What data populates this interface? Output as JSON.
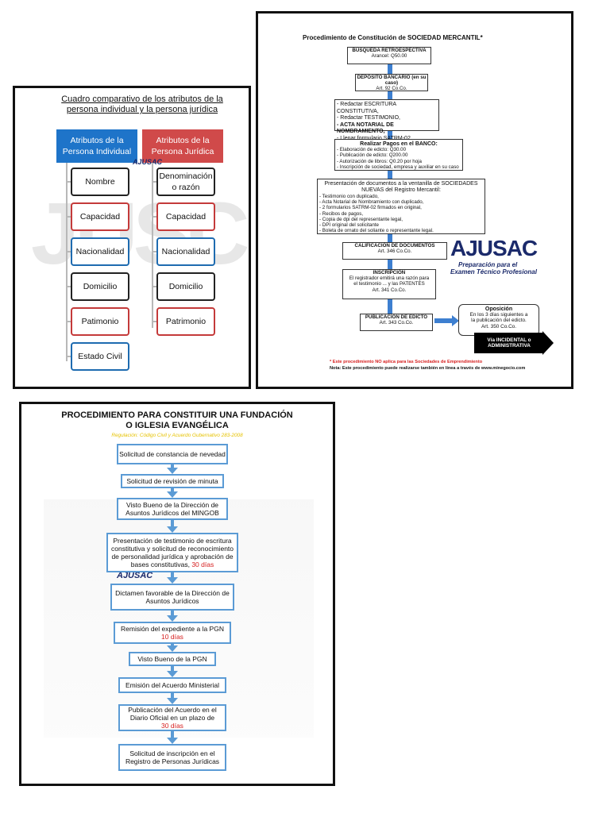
{
  "panel1": {
    "title": "Cuadro comparativo de los atributos de la persona individual y la persona jurídica",
    "header_individual": "Atributos de la Persona Individual",
    "header_juridica": "Atributos de la Persona Jurídica",
    "logo": "AJUSAC",
    "individual_items": [
      "Nombre",
      "Capacidad",
      "Nacionalidad",
      "Domicilio",
      "Patimonio",
      "Estado Civil"
    ],
    "juridica_items": [
      "Denominación o razón",
      "Capacidad",
      "Nacionalidad",
      "Domicilio",
      "Patrimonio"
    ]
  },
  "panel2": {
    "title": "Procedimiento de Constitución de SOCIEDAD MERCANTIL*",
    "step1_title": "BÚSQUEDA RETROESPECTIVA",
    "step1_line": "Arancel: Q50.00",
    "step2_title": "DEPÓSITO BANCARIO (en su caso)",
    "step2_line": "Art. 92 Co.Co.",
    "step3_lines": [
      "- Redactar ESCRITURA CONSTITUTIVA,",
      "- Redactar TESTIMONIO,",
      "- ACTA NOTARIAL DE NOMBRAMIENTO,",
      "- Llenar formulario SATRM-02"
    ],
    "step4_title": "Realizar Pagos en el BANCO:",
    "step4_lines": [
      "- Elaboración de edicto: Q30.00",
      "- Publicación de edicto: Q200.00",
      "- Autorización de libros: Q0.20 por hoja",
      "- Inscripción de sociedad, empresa y auxiliar en su caso"
    ],
    "step5_title": "Presentación de documentos a la ventanilla de SOCIEDADES NUEVAS del Registro Mercantil:",
    "step5_lines": [
      "- Testimonio con duplicado,",
      "- Acta Notarial de Nombramiento con duplicado,",
      "- 2 formularios SATRM-02 firmados en original,",
      "- Recibos de pagos,",
      "- Copia de dpi del representante legal,",
      "- DPI original del solicitante",
      "- Boleta de ornato del soliante o representante legal."
    ],
    "step6_title": "CALIFICACIÓN DE DOCUMENTOS",
    "step6_line": "Art. 346 Co.Co.",
    "step7_title": "INSCRIPCIÓN",
    "step7_lines": [
      "El registrador emitirá una razón para",
      "el testimonio ... y las PATENTES",
      "Art. 341 Co.Co."
    ],
    "step8_title": "PUBLICACIÓN DE EDICTO",
    "step8_line": "Art. 343 Co.Co.",
    "oposicion_title": "Oposición",
    "oposicion_lines": [
      "En los 3 días siguientes a",
      "la publicación del edicto.",
      "Art. 350 Co.Co."
    ],
    "via_label": "Vía INCIDENTAL o ADMINISTRATIVA",
    "logo": "AJUSAC",
    "logo_sub1": "Preparación para el",
    "logo_sub2": "Examen Técnico Profesional",
    "note1": "* Este procedimiento NO aplica para las Sociedades de Emprendimiento",
    "note2": "Nota: Este procedimiento puede realizarse también en línea a través de www.minegocio.com"
  },
  "panel3": {
    "title_line1": "PROCEDIMIENTO PARA CONSTITUIR UNA FUNDACIÓN",
    "title_line2": "O IGLESIA EVANGÉLICA",
    "subtitle": "Regulación: Código Civil y Acuerdo Gubernativo 283-2008",
    "logo": "AJUSAC",
    "steps": [
      {
        "text": "Solicitud de constancia de nevedad",
        "red": ""
      },
      {
        "text": "Solicitud de revisión de minuta",
        "red": ""
      },
      {
        "text": "Visto Bueno de la Dirección de Asuntos Jurídicos del MINGOB",
        "red": ""
      },
      {
        "text": "Presentación de testimonio de escritura constitutiva y solicitud de reconocimiento de personalidad jurídica y aprobación de bases constitutivas,",
        "red": "30 días"
      },
      {
        "text": "Dictamen favorable de la Dirección de Asuntos Jurídicos",
        "red": ""
      },
      {
        "text": "Remisión del expediente a la PGN",
        "red": "10 días"
      },
      {
        "text": "Visto Bueno de la PGN",
        "red": ""
      },
      {
        "text": "Emisión del Acuerdo Ministerial",
        "red": ""
      },
      {
        "text": "Publicación del Acuerdo en el Diario Oficial en un plazo de",
        "red": "30 días"
      },
      {
        "text": "Solicitud de inscripción en el Registro de Personas Jurídicas",
        "red": ""
      }
    ]
  },
  "colors": {
    "blue": "#1e74c9",
    "red": "#d04a4a",
    "arrow": "#3d7fd0",
    "logo_red": "#d62020",
    "logo_navy": "#1b2a6b"
  }
}
